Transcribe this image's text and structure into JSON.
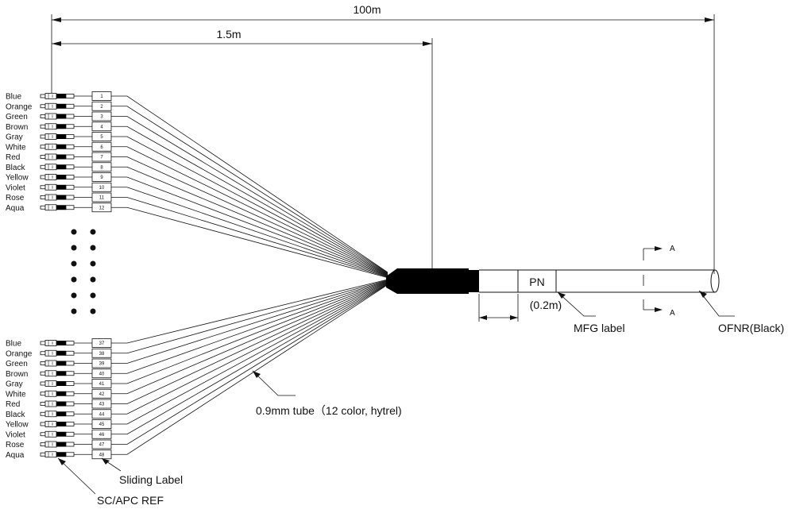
{
  "dimensions": {
    "overall_length": "100m",
    "breakout_length": "1.5m",
    "label_offset": "(0.2m)"
  },
  "colors_top": [
    "Blue",
    "Orange",
    "Green",
    "Brown",
    "Gray",
    "White",
    "Red",
    "Black",
    "Yellow",
    "Violet",
    "Rose",
    "Aqua"
  ],
  "colors_bottom": [
    "Blue",
    "Orange",
    "Green",
    "Brown",
    "Gray",
    "White",
    "Red",
    "Black",
    "Yellow",
    "Violet",
    "Rose",
    "Aqua"
  ],
  "fiber_numbers_top": [
    "1",
    "2",
    "3",
    "4",
    "5",
    "6",
    "7",
    "8",
    "9",
    "10",
    "11",
    "12"
  ],
  "fiber_numbers_bottom": [
    "37",
    "38",
    "39",
    "40",
    "41",
    "42",
    "43",
    "44",
    "45",
    "46",
    "47",
    "48"
  ],
  "labels": {
    "pn": "PN",
    "mfg_label": "MFG label",
    "ofnr": "OFNR(Black)",
    "tube": "0.9mm tube（12 color,   hytrel)",
    "sliding_label": "Sliding Label",
    "connector": "SC/APC REF",
    "section_a_top": "A",
    "section_a_bottom": "A"
  }
}
